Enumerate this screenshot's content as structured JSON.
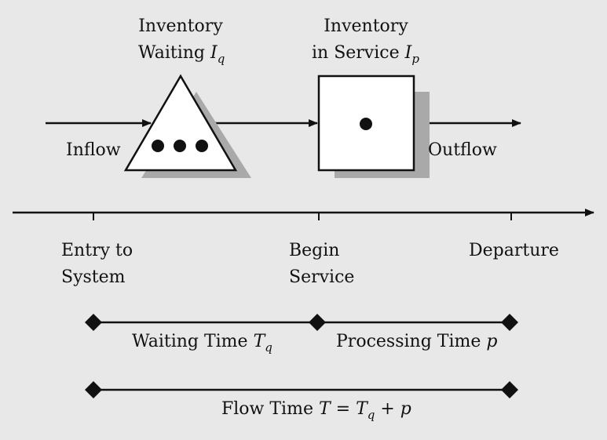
{
  "labels": {
    "inventory_waiting_line1": "Inventory",
    "inventory_waiting_line2": "Waiting",
    "inventory_waiting_symbol": "I",
    "inventory_waiting_sub": "q",
    "inventory_service_line1": "Inventory",
    "inventory_service_line2": "in Service",
    "inventory_service_symbol": "I",
    "inventory_service_sub": "p",
    "inflow": "Inflow",
    "outflow": "Outflow",
    "entry_line1": "Entry to",
    "entry_line2": "System",
    "begin_line1": "Begin",
    "begin_line2": "Service",
    "departure": "Departure",
    "waiting_time": "Waiting Time",
    "waiting_time_symbol": "T",
    "waiting_time_sub": "q",
    "processing_time": "Processing Time",
    "processing_time_symbol": "p",
    "flow_time": "Flow Time",
    "flow_time_symbol": "T",
    "flow_time_equals": " = ",
    "flow_time_term1": "T",
    "flow_time_term1_sub": "q",
    "flow_time_plus": " + ",
    "flow_time_term2": "p"
  },
  "colors": {
    "background": "#e8e8e8",
    "stroke": "#111111",
    "shape_fill": "#ffffff",
    "shadow": "#a9a9a9"
  }
}
